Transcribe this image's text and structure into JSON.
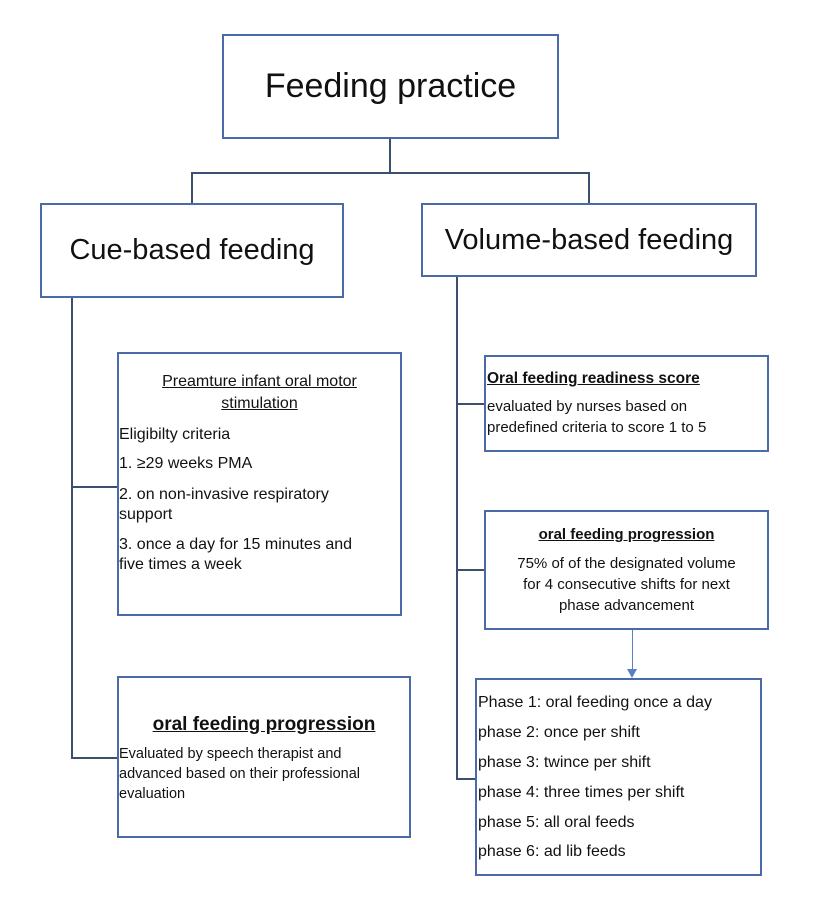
{
  "root": {
    "title": "Feeding practice"
  },
  "cue_based": {
    "title": "Cue-based feeding",
    "stimulation": {
      "heading_line1": "Preamture infant oral motor",
      "heading_line2": "stimulation",
      "criteria_label": "Eligibilty criteria",
      "item1": "1. ≥29 weeks PMA",
      "item2_line1": "2. on non-invasive respiratory",
      "item2_line2": "support",
      "item3_line1": "3. once a day for 15 minutes and",
      "item3_line2": "five times a week"
    },
    "progression": {
      "heading": "oral feeding progression",
      "body_line1": "Evaluated by speech therapist and",
      "body_line2": "advanced based on their professional",
      "body_line3": "evaluation"
    }
  },
  "volume_based": {
    "title": "Volume-based feeding",
    "readiness": {
      "heading": "Oral feeding readiness score",
      "body_line1": "evaluated by nurses based on",
      "body_line2": "predefined criteria to score 1 to 5"
    },
    "progression": {
      "heading": "oral feeding progression",
      "body_line1": "75% of of the designated volume",
      "body_line2": "for 4 consecutive shifts for next",
      "body_line3": "phase advancement"
    },
    "phases": [
      "Phase 1: oral feeding once a day",
      "phase 2: once per shift",
      "phase 3: twince per shift",
      "phase 4: three times per shift",
      "phase 5: all oral feeds",
      "phase 6: ad lib feeds"
    ]
  },
  "colors": {
    "box_border": "#4a6aa8",
    "connector": "#3d4f6e",
    "arrow": "#5b7fc7"
  }
}
